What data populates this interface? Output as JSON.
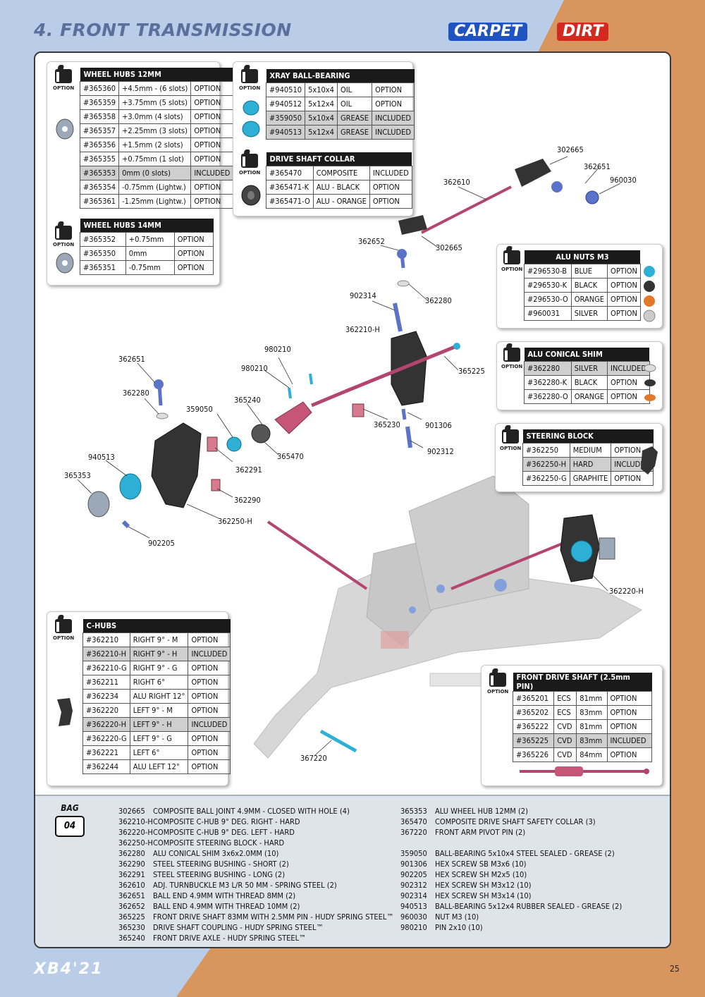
{
  "header": {
    "title": "4. FRONT TRANSMISSION",
    "badge_carpet": "CARPET",
    "badge_dirt": "DIRT"
  },
  "option_label": "OPTION",
  "tables": {
    "wheel_hubs_12": {
      "title": "WHEEL HUBS 12MM",
      "rows": [
        [
          "#365360",
          "+4.5mm - (6 slots)",
          "OPTION"
        ],
        [
          "#365359",
          "+3.75mm (5 slots)",
          "OPTION"
        ],
        [
          "#365358",
          "+3.0mm (4 slots)",
          "OPTION"
        ],
        [
          "#365357",
          "+2.25mm (3 slots)",
          "OPTION"
        ],
        [
          "#365356",
          "+1.5mm (2 slots)",
          "OPTION"
        ],
        [
          "#365355",
          "+0.75mm (1 slot)",
          "OPTION"
        ],
        [
          "#365353",
          "0mm (0 slots)",
          "INCLUDED"
        ],
        [
          "#365354",
          "-0.75mm (Lightw.)",
          "OPTION"
        ],
        [
          "#365361",
          "-1.25mm (Lightw.)",
          "OPTION"
        ]
      ]
    },
    "wheel_hubs_14": {
      "title": "WHEEL HUBS 14MM",
      "rows": [
        [
          "#365352",
          "+0.75mm",
          "OPTION"
        ],
        [
          "#365350",
          "0mm",
          "OPTION"
        ],
        [
          "#365351",
          "-0.75mm",
          "OPTION"
        ]
      ]
    },
    "ball_bearing": {
      "title": "XRAY BALL-BEARING",
      "rows": [
        [
          "#940510",
          "5x10x4",
          "OIL",
          "OPTION"
        ],
        [
          "#940512",
          "5x12x4",
          "OIL",
          "OPTION"
        ],
        [
          "#359050",
          "5x10x4",
          "GREASE",
          "INCLUDED"
        ],
        [
          "#940513",
          "5x12x4",
          "GREASE",
          "INCLUDED"
        ]
      ]
    },
    "drive_shaft_collar": {
      "title": "DRIVE SHAFT COLLAR",
      "rows": [
        [
          "#365470",
          "COMPOSITE",
          "INCLUDED"
        ],
        [
          "#365471-K",
          "ALU - BLACK",
          "OPTION"
        ],
        [
          "#365471-O",
          "ALU - ORANGE",
          "OPTION"
        ]
      ]
    },
    "alu_nuts": {
      "title": "ALU NUTS M3",
      "rows": [
        [
          "#296530-B",
          "BLUE",
          "OPTION"
        ],
        [
          "#296530-K",
          "BLACK",
          "OPTION"
        ],
        [
          "#296530-O",
          "ORANGE",
          "OPTION"
        ],
        [
          "#960031",
          "SILVER",
          "OPTION"
        ]
      ]
    },
    "conical_shim": {
      "title": "ALU CONICAL SHIM",
      "rows": [
        [
          "#362280",
          "SILVER",
          "INCLUDED"
        ],
        [
          "#362280-K",
          "BLACK",
          "OPTION"
        ],
        [
          "#362280-O",
          "ORANGE",
          "OPTION"
        ]
      ]
    },
    "steering_block": {
      "title": "STEERING BLOCK",
      "rows": [
        [
          "#362250",
          "MEDIUM",
          "OPTION"
        ],
        [
          "#362250-H",
          "HARD",
          "INCLUDED"
        ],
        [
          "#362250-G",
          "GRAPHITE",
          "OPTION"
        ]
      ]
    },
    "c_hubs": {
      "title": "C-HUBS",
      "rows": [
        [
          "#362210",
          "RIGHT 9° - M",
          "OPTION"
        ],
        [
          "#362210-H",
          "RIGHT 9° - H",
          "INCLUDED"
        ],
        [
          "#362210-G",
          "RIGHT 9° - G",
          "OPTION"
        ],
        [
          "#362211",
          "RIGHT 6°",
          "OPTION"
        ],
        [
          "#362234",
          "ALU RIGHT 12°",
          "OPTION"
        ],
        [
          "#362220",
          "LEFT 9° - M",
          "OPTION"
        ],
        [
          "#362220-H",
          "LEFT 9° - H",
          "INCLUDED"
        ],
        [
          "#362220-G",
          "LEFT 9° - G",
          "OPTION"
        ],
        [
          "#362221",
          "LEFT 6°",
          "OPTION"
        ],
        [
          "#362244",
          "ALU LEFT 12°",
          "OPTION"
        ]
      ]
    },
    "front_drive_shaft": {
      "title": "FRONT DRIVE SHAFT (2.5mm PIN)",
      "rows": [
        [
          "#365201",
          "ECS",
          "81mm",
          "OPTION"
        ],
        [
          "#365202",
          "ECS",
          "83mm",
          "OPTION"
        ],
        [
          "#365222",
          "CVD",
          "81mm",
          "OPTION"
        ],
        [
          "#365225",
          "CVD",
          "83mm",
          "INCLUDED"
        ],
        [
          "#365226",
          "CVD",
          "84mm",
          "OPTION"
        ]
      ]
    }
  },
  "callouts": {
    "c302665a": "302665",
    "c362651a": "362651",
    "c960030": "960030",
    "c362610": "362610",
    "c362652": "362652",
    "c302665b": "302665",
    "c902314": "902314",
    "c362280a": "362280",
    "c362210h": "362210-H",
    "c980210a": "980210",
    "c980210b": "980210",
    "c365225": "365225",
    "c362651b": "362651",
    "c362280b": "362280",
    "c365240": "365240",
    "c359050": "359050",
    "c365230": "365230",
    "c901306": "901306",
    "c902312": "902312",
    "c365470": "365470",
    "c940513": "940513",
    "c362291": "362291",
    "c365353": "365353",
    "c362290": "362290",
    "c362250h": "362250-H",
    "c902205": "902205",
    "c362220h": "362220-H",
    "c367220": "367220"
  },
  "bag": {
    "label": "BAG",
    "number": "04"
  },
  "parts_left": [
    [
      "302665",
      "COMPOSITE BALL JOINT 4.9MM - CLOSED WITH HOLE (4)"
    ],
    [
      "362210-H",
      "COMPOSITE C-HUB 9° DEG. RIGHT - HARD"
    ],
    [
      "362220-H",
      "COMPOSITE C-HUB 9° DEG. LEFT - HARD"
    ],
    [
      "362250-H",
      "COMPOSITE STEERING BLOCK - HARD"
    ],
    [
      "362280",
      "ALU CONICAL SHIM 3x6x2.0MM (10)"
    ],
    [
      "362290",
      "STEEL STEERING BUSHING - SHORT (2)"
    ],
    [
      "362291",
      "STEEL STEERING BUSHING - LONG (2)"
    ],
    [
      "362610",
      "ADJ. TURNBUCKLE M3 L/R 50 MM  - SPRING STEEL (2)"
    ],
    [
      "362651",
      "BALL END 4.9MM WITH THREAD 8MM (2)"
    ],
    [
      "362652",
      "BALL END 4.9MM WITH THREAD 10MM (2)"
    ],
    [
      "365225",
      "FRONT DRIVE SHAFT 83MM WITH 2.5MM PIN - HUDY SPRING STEEL™"
    ],
    [
      "365230",
      "DRIVE SHAFT COUPLING  - HUDY SPRING STEEL™"
    ],
    [
      "365240",
      "FRONT DRIVE AXLE - HUDY SPRING STEEL™"
    ]
  ],
  "parts_right_a": [
    [
      "365353",
      "ALU WHEEL HUB 12MM (2)"
    ],
    [
      "365470",
      "COMPOSITE DRIVE SHAFT SAFETY COLLAR (3)"
    ],
    [
      "367220",
      "FRONT ARM PIVOT PIN (2)"
    ]
  ],
  "parts_right_b": [
    [
      "359050",
      "BALL-BEARING 5x10x4 STEEL SEALED - GREASE  (2)"
    ],
    [
      "901306",
      "HEX SCREW  SB M3x6  (10)"
    ],
    [
      "902205",
      "HEX SCREW  SH M2x5  (10)"
    ],
    [
      "902312",
      "HEX SCREW  SH M3x12  (10)"
    ],
    [
      "902314",
      "HEX SCREW  SH M3x14  (10)"
    ],
    [
      "940513",
      "BALL-BEARING 5x12x4 RUBBER SEALED - GREASE (2)"
    ],
    [
      "960030",
      "NUT M3  (10)"
    ],
    [
      "980210",
      "PIN 2x10  (10)"
    ]
  ],
  "footer": {
    "model": "XB4'21",
    "page": "25"
  },
  "colors": {
    "blue_bg": "#b9cde9",
    "orange_bg": "#d8955e",
    "accent_blue": "#1f53c0",
    "accent_red": "#d4291f",
    "alu_blue": "#2eb0d6",
    "shaft_pink": "#b3456e"
  }
}
